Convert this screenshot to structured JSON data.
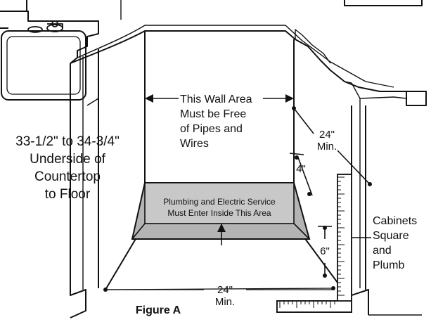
{
  "figure": {
    "caption": "Figure A",
    "labels": {
      "height_range": "33-1/2\" to 34-3/4\"",
      "height_underside": "Underside of",
      "height_countertop": "Countertop",
      "height_floor": "to Floor",
      "wall_line1": "This Wall Area",
      "wall_line2": "Must be Free",
      "wall_line3": "of Pipes and",
      "wall_line4": "Wires",
      "service_line1": "Plumbing and Electric Service",
      "service_line2": "Must Enter Inside This Area",
      "dim_24_side_value": "24\"",
      "dim_24_side_unit": "Min.",
      "dim_4": "4\"",
      "dim_6": "6\"",
      "dim_24_floor_value": "24\"",
      "dim_24_floor_unit": "Min.",
      "cabinets_line1": "Cabinets",
      "cabinets_line2": "Square",
      "cabinets_line3": "and",
      "cabinets_line4": "Plumb"
    },
    "colors": {
      "ink": "#111111",
      "service_area_fill": "#b4b4b4",
      "service_area_inner": "#c8c8c8"
    }
  }
}
